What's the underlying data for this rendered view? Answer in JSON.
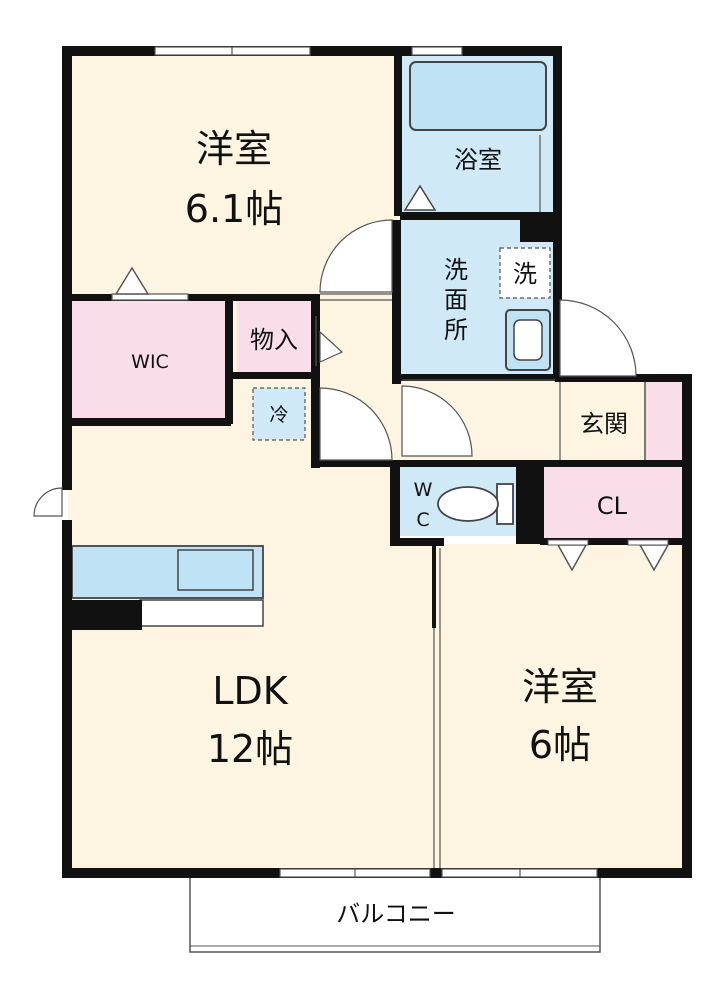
{
  "rooms": {
    "western1": {
      "name": "洋室",
      "size": "6.1帖",
      "color": "#fdf5e2"
    },
    "wic": {
      "name": "WIC",
      "color": "#f9dde8"
    },
    "storage": {
      "name": "物入"
    },
    "fridge": {
      "name": "冷"
    },
    "bath": {
      "name": "浴室",
      "color": "#cfe9f6"
    },
    "washroom": {
      "lines": [
        "洗",
        "面",
        "所"
      ]
    },
    "washer": {
      "name": "洗"
    },
    "entrance": {
      "name": "玄関"
    },
    "wc": {
      "lines": [
        "W",
        "C"
      ]
    },
    "closet": {
      "name": "CL"
    },
    "ldk": {
      "name": "LDK",
      "size": "12帖"
    },
    "western2": {
      "name": "洋室",
      "size": "6帖"
    },
    "balcony": {
      "name": "バルコニー"
    }
  },
  "colors": {
    "wall": "#111111",
    "floor": "#fdf5e2",
    "pink": "#f9dde8",
    "water": "#cfe9f6",
    "fixture": "#bfe3f4"
  }
}
